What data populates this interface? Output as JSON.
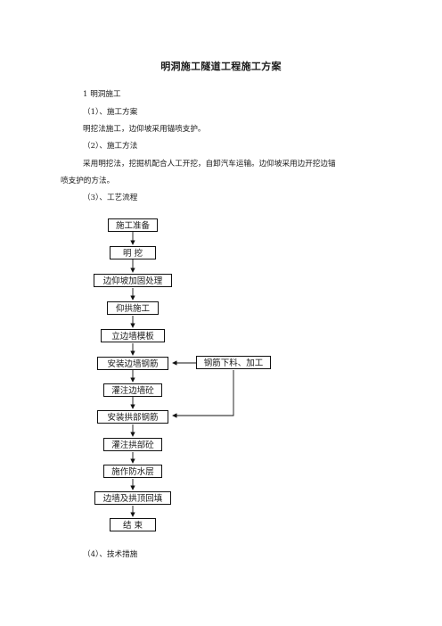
{
  "document": {
    "title": "明洞施工隧道工程施工方案",
    "paragraphs": [
      "1 明洞施工",
      "（1）、施工方案",
      "明挖法施工，边仰坡采用锚喷支护。",
      "（2）、施工方法",
      "采用明挖法，挖掘机配合人工开挖，自卸汽车运输。边仰坡采用边开挖边锚",
      "喷支护的方法。",
      "（3）、工艺流程"
    ],
    "footer_heading": "（4）、技术措施"
  },
  "flowchart": {
    "steps": [
      "施工准备",
      "明  挖",
      "边仰坡加固处理",
      "仰拱施工",
      "立边墙模板",
      "安装边墙钢筋",
      "灌注边墙砼",
      "安装拱部钢筋",
      "灌注拱部砼",
      "施作防水层",
      "边墙及拱顶回填",
      "结  束"
    ],
    "side_step": "钢筋下料、加工"
  }
}
